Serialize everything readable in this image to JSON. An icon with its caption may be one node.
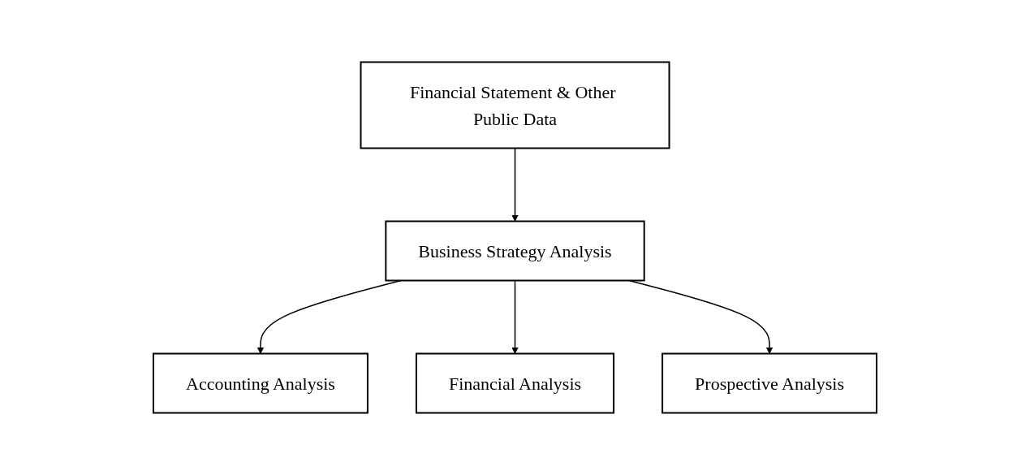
{
  "diagram": {
    "nodes": [
      {
        "text": [
          "Financial Statement & Other Public Data"
        ]
      },
      {
        "text": [
          "Business Strategy Analysis"
        ]
      },
      {
        "text": [
          "Accounting Analysis"
        ]
      },
      {
        "text": [
          "Financial Analysis"
        ]
      },
      {
        "text": [
          "Prospective Analysis"
        ]
      }
    ],
    "edges": [
      {
        "from": 0,
        "to": 1,
        "arrow": "to"
      },
      {
        "from": 1,
        "to": 2,
        "arrow": "to"
      },
      {
        "from": 1,
        "to": 3,
        "arrow": "to"
      },
      {
        "from": 1,
        "to": 4,
        "arrow": "to"
      }
    ]
  }
}
